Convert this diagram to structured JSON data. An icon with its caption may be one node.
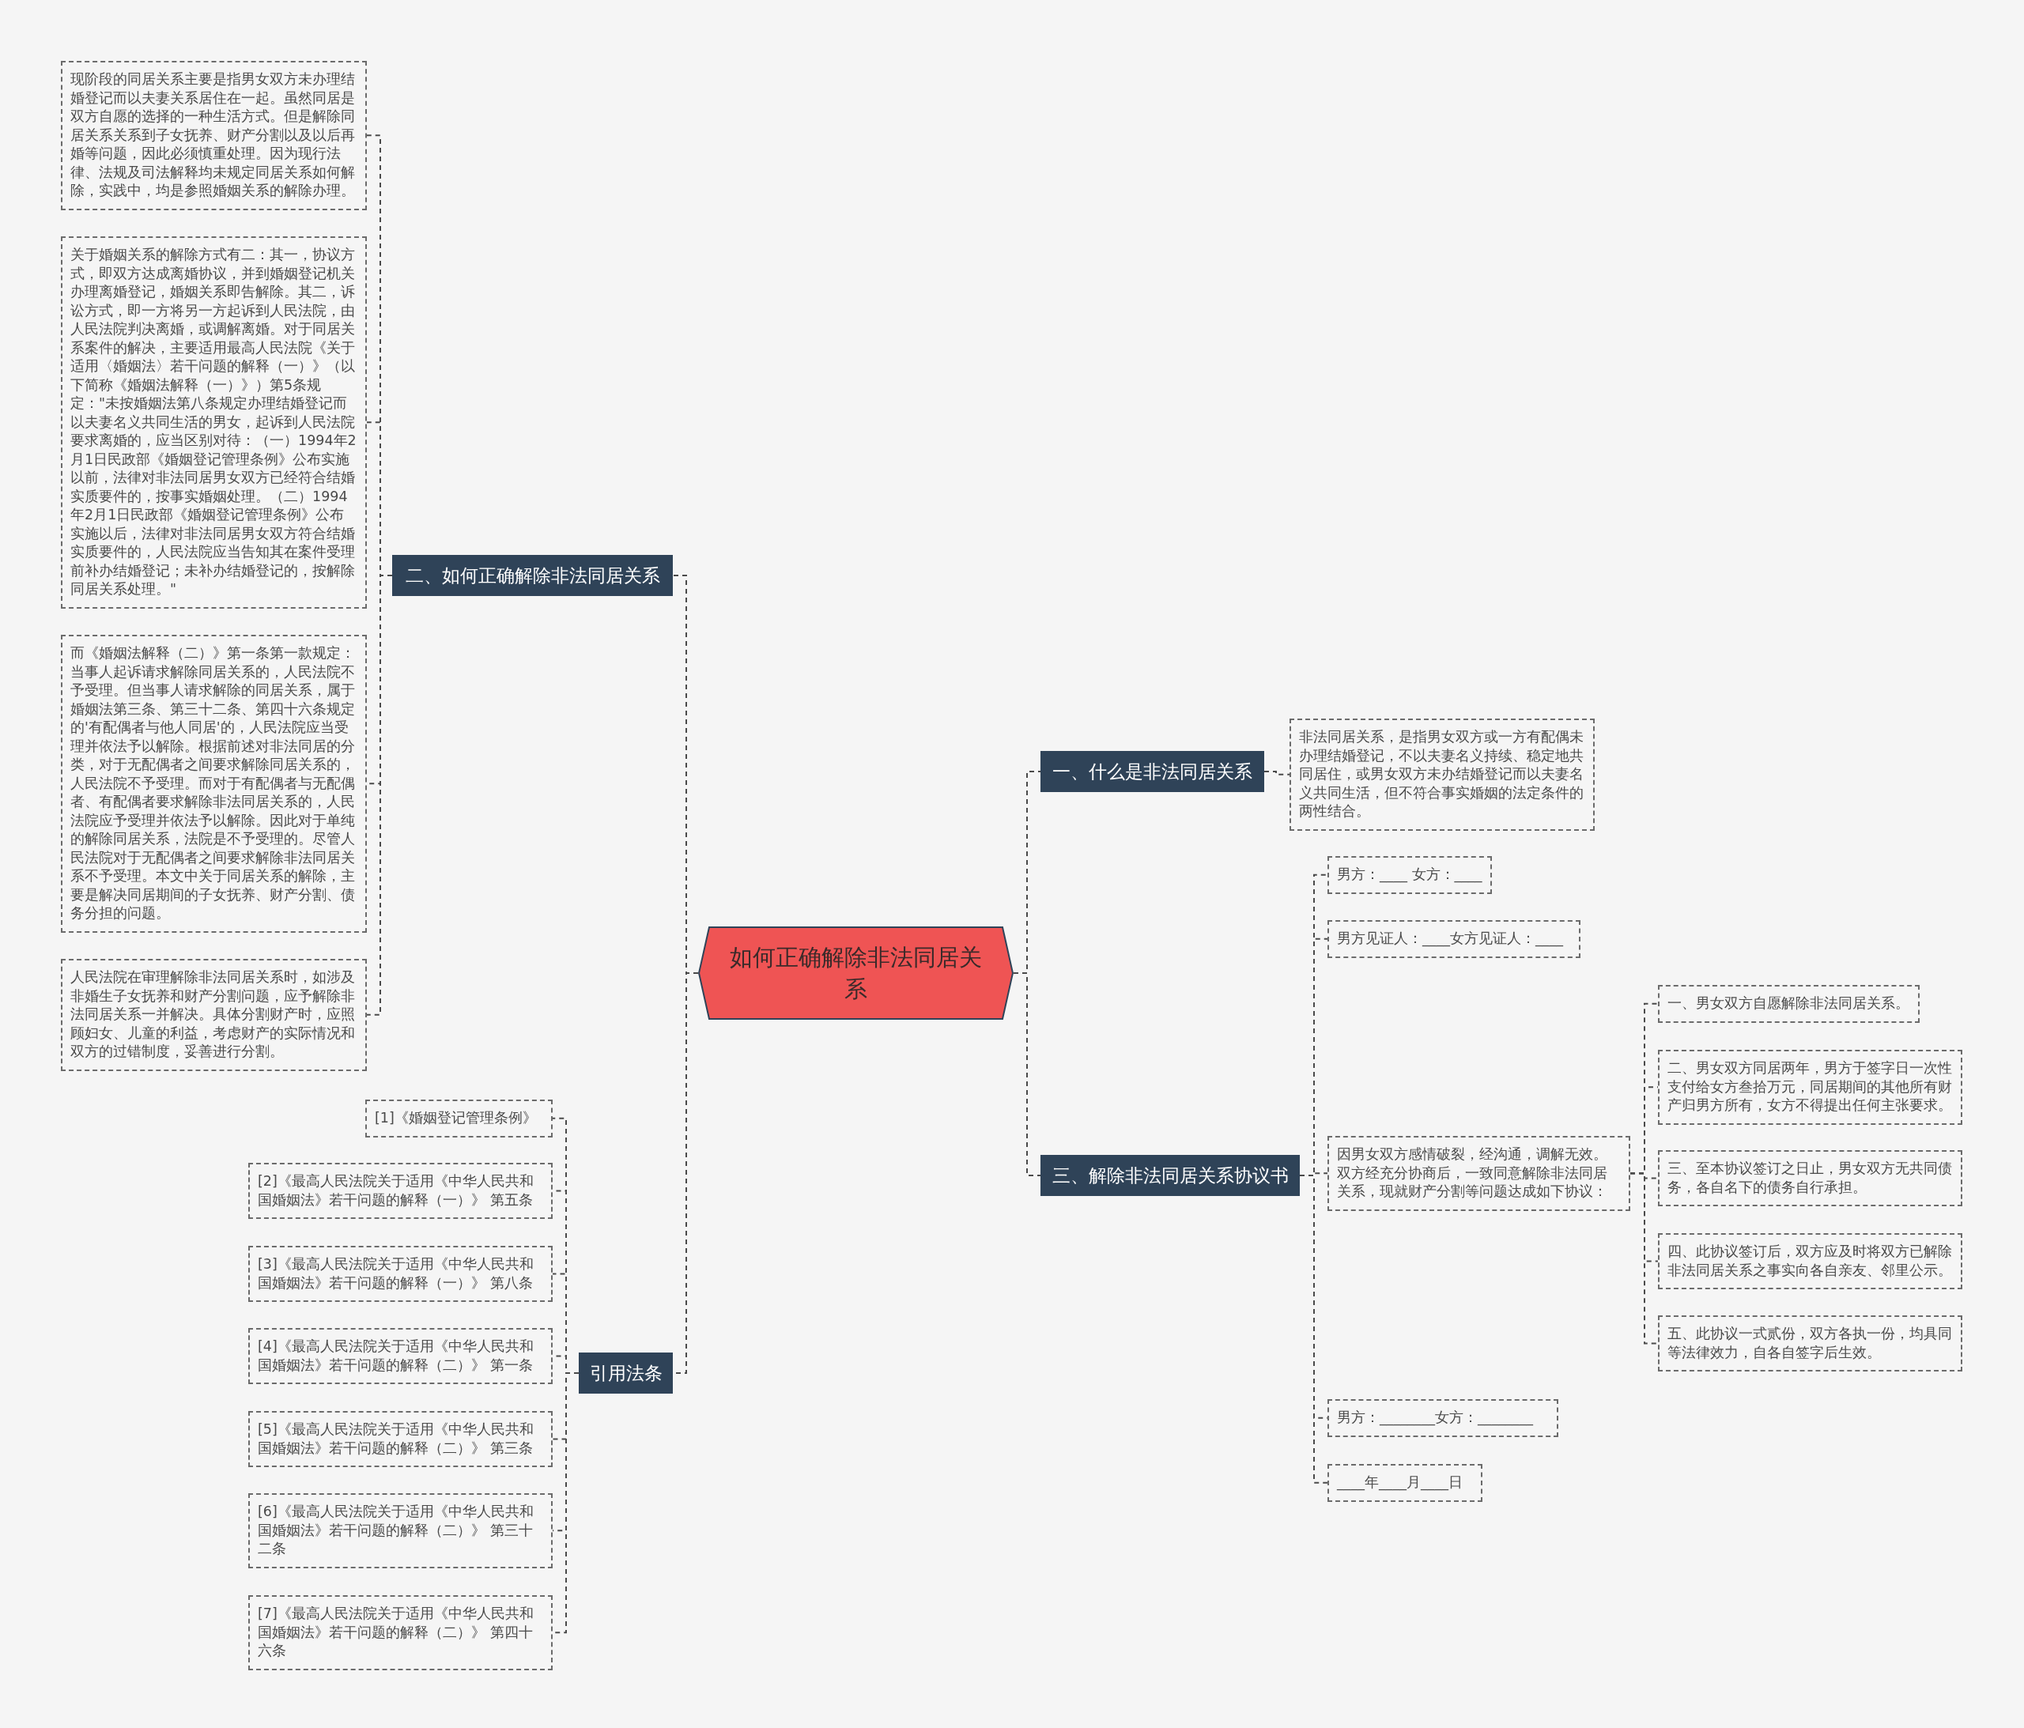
{
  "diagram": {
    "nodes": [
      {
        "text": [
          "如何正确解除非法同居关系"
        ]
      },
      {
        "text": [
          "二、如何正确解除非法同居关系"
        ]
      },
      {
        "text": [
          "现阶段的同居关系主要是指男女双方未办理结婚登记而以夫妻关系居住在一起。虽然同居是双方自愿的选择的一种生活方式。但是解除同居关系关系到子女抚养、财产分割以及以后再婚等问题，因此必须慎重处理。因为现行法律、法规及司法解释均未规定同居关系如何解除，实践中，均是参照婚姻关系的解除办理。"
        ]
      },
      {
        "text": [
          "关于婚姻关系的解除方式有二：其一，协议方式，即双方达成离婚协议，并到婚姻登记机关办理离婚登记，婚姻关系即告解除。其二，诉讼方式，即一方将另一方起诉到人民法院，由人民法院判决离婚，或调解离婚。对于同居关系案件的解决，主要适用最高人民法院《关于适用〈婚姻法〉若干问题的解释（一）》（以下简称《婚姻法解释（一）》）第5条规定：\"未按婚姻法第八条规定办理结婚登记而以夫妻名义共同生活的男女，起诉到人民法院要求离婚的，应当区别对待：（一）1994年2月1日民政部《婚姻登记管理条例》公布实施以前，法律对非法同居男女双方已经符合结婚实质要件的，按事实婚姻处理。（二）1994年2月1日民政部《婚姻登记管理条例》公布实施以后，法律对非法同居男女双方符合结婚实质要件的，人民法院应当告知其在案件受理前补办结婚登记；未补办结婚登记的，按解除同居关系处理。\""
        ]
      },
      {
        "text": [
          "而《婚姻法解释（二）》第一条第一款规定：当事人起诉请求解除同居关系的，人民法院不予受理。但当事人请求解除的同居关系，属于婚姻法第三条、第三十二条、第四十六条规定的'有配偶者与他人同居'的，人民法院应当受理并依法予以解除。根据前述对非法同居的分类，对于无配偶者之间要求解除同居关系的，人民法院不予受理。而对于有配偶者与无配偶者、有配偶者要求解除非法同居关系的，人民法院应予受理并依法予以解除。因此对于单纯的解除同居关系，法院是不予受理的。尽管人民法院对于无配偶者之间要求解除非法同居关系不予受理。本文中关于同居关系的解除，主要是解决同居期间的子女抚养、财产分割、债务分担的问题。"
        ]
      },
      {
        "text": [
          "人民法院在审理解除非法同居关系时，如涉及非婚生子女抚养和财产分割问题，应予解除非法同居关系一并解决。具体分割财产时，应照顾妇女、儿童的利益，考虑财产的实际情况和双方的过错制度，妥善进行分割。"
        ]
      },
      {
        "text": [
          "引用法条"
        ]
      },
      {
        "text": [
          "[1]《婚姻登记管理条例》"
        ]
      },
      {
        "text": [
          "[2]《最高人民法院关于适用《中华人民共和国婚姻法》若干问题的解释（一）》 第五条"
        ]
      },
      {
        "text": [
          "[3]《最高人民法院关于适用《中华人民共和国婚姻法》若干问题的解释（一）》 第八条"
        ]
      },
      {
        "text": [
          "[4]《最高人民法院关于适用《中华人民共和国婚姻法》若干问题的解释（二）》 第一条"
        ]
      },
      {
        "text": [
          "[5]《最高人民法院关于适用《中华人民共和国婚姻法》若干问题的解释（二）》 第三条"
        ]
      },
      {
        "text": [
          "[6]《最高人民法院关于适用《中华人民共和国婚姻法》若干问题的解释（二）》 第三十二条"
        ]
      },
      {
        "text": [
          "[7]《最高人民法院关于适用《中华人民共和国婚姻法》若干问题的解释（二）》 第四十六条"
        ]
      },
      {
        "text": [
          "一、什么是非法同居关系"
        ]
      },
      {
        "text": [
          "非法同居关系，是指男女双方或一方有配偶未办理结婚登记，不以夫妻名义持续、稳定地共同居住，或男女双方未办结婚登记而以夫妻名义共同生活，但不符合事实婚姻的法定条件的两性结合。"
        ]
      },
      {
        "text": [
          "三、解除非法同居关系协议书"
        ]
      },
      {
        "text": [
          "男方：____ 女方：____"
        ]
      },
      {
        "text": [
          "男方见证人：____女方见证人：____"
        ]
      },
      {
        "text": [
          "因男女双方感情破裂，经沟通，调解无效。双方经充分协商后，一致同意解除非法同居关系，现就财产分割等问题达成如下协议："
        ]
      },
      {
        "text": [
          "一、男女双方自愿解除非法同居关系。"
        ]
      },
      {
        "text": [
          "二、男女双方同居两年，男方于签字日一次性支付给女方叁拾万元，同居期间的其他所有财产归男方所有，女方不得提出任何主张要求。"
        ]
      },
      {
        "text": [
          "三、至本协议签订之日止，男女双方无共同债务，各自名下的债务自行承担。"
        ]
      },
      {
        "text": [
          "四、此协议签订后，双方应及时将双方已解除非法同居关系之事实向各自亲友、邻里公示。"
        ]
      },
      {
        "text": [
          "五、此协议一式贰份，双方各执一份，均具同等法律效力，自各自签字后生效。"
        ]
      },
      {
        "text": [
          "男方：________女方：________"
        ]
      },
      {
        "text": [
          "____年____月____日"
        ]
      }
    ],
    "edges": [
      {
        "from": 0,
        "to": 1,
        "arrow": "none"
      },
      {
        "from": 1,
        "to": 2,
        "arrow": "none"
      },
      {
        "from": 1,
        "to": 3,
        "arrow": "none"
      },
      {
        "from": 1,
        "to": 4,
        "arrow": "none"
      },
      {
        "from": 1,
        "to": 5,
        "arrow": "none"
      },
      {
        "from": 0,
        "to": 6,
        "arrow": "none"
      },
      {
        "from": 6,
        "to": 7,
        "arrow": "none"
      },
      {
        "from": 6,
        "to": 8,
        "arrow": "none"
      },
      {
        "from": 6,
        "to": 9,
        "arrow": "none"
      },
      {
        "from": 6,
        "to": 10,
        "arrow": "none"
      },
      {
        "from": 6,
        "to": 11,
        "arrow": "none"
      },
      {
        "from": 6,
        "to": 12,
        "arrow": "none"
      },
      {
        "from": 6,
        "to": 13,
        "arrow": "none"
      },
      {
        "from": 0,
        "to": 14,
        "arrow": "none"
      },
      {
        "from": 14,
        "to": 15,
        "arrow": "none"
      },
      {
        "from": 0,
        "to": 16,
        "arrow": "none"
      },
      {
        "from": 16,
        "to": 17,
        "arrow": "none"
      },
      {
        "from": 16,
        "to": 18,
        "arrow": "none"
      },
      {
        "from": 16,
        "to": 19,
        "arrow": "none"
      },
      {
        "from": 19,
        "to": 20,
        "arrow": "none"
      },
      {
        "from": 19,
        "to": 21,
        "arrow": "none"
      },
      {
        "from": 19,
        "to": 22,
        "arrow": "none"
      },
      {
        "from": 19,
        "to": 23,
        "arrow": "none"
      },
      {
        "from": 19,
        "to": 24,
        "arrow": "none"
      },
      {
        "from": 16,
        "to": 25,
        "arrow": "none"
      },
      {
        "from": 16,
        "to": 26,
        "arrow": "none"
      }
    ]
  }
}
